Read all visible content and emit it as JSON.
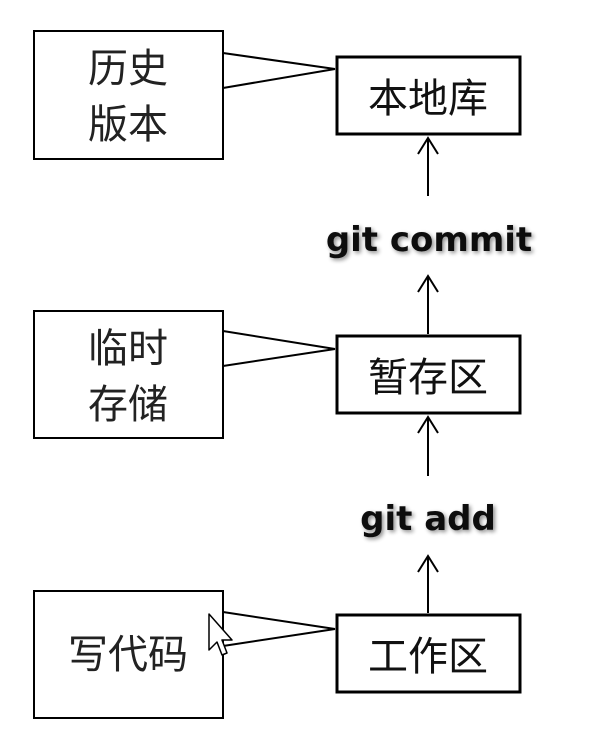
{
  "stages": [
    {
      "id": "repo",
      "label": "本地库",
      "note_lines": [
        "历史",
        "版本"
      ]
    },
    {
      "id": "staging",
      "label": "暂存区",
      "note_lines": [
        "临时",
        "存储"
      ]
    },
    {
      "id": "workspace",
      "label": "工作区",
      "note_lines": [
        "写代码"
      ]
    }
  ],
  "commands": {
    "commit": "git commit",
    "add": "git add"
  }
}
